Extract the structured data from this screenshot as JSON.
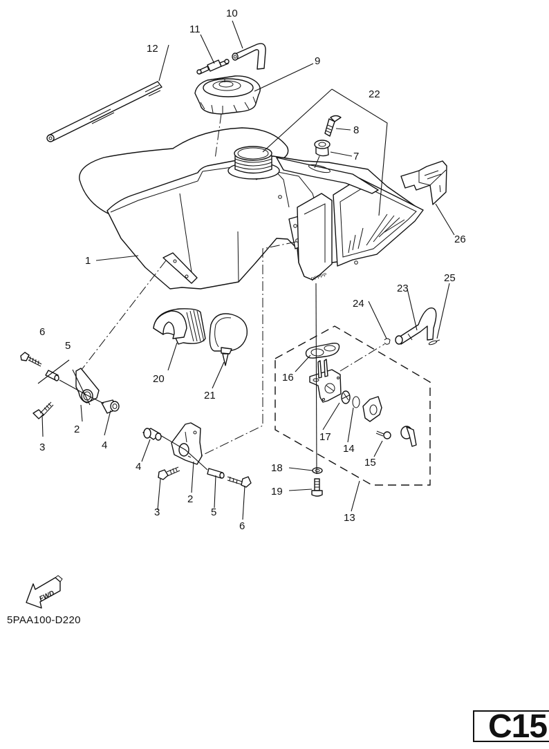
{
  "diagram": {
    "type": "exploded-parts-diagram",
    "subject": "fuel tank assembly",
    "callouts": [
      {
        "id": "1",
        "label": "1"
      },
      {
        "id": "2a",
        "label": "2"
      },
      {
        "id": "2b",
        "label": "2"
      },
      {
        "id": "3a",
        "label": "3"
      },
      {
        "id": "3b",
        "label": "3"
      },
      {
        "id": "4a",
        "label": "4"
      },
      {
        "id": "4b",
        "label": "4"
      },
      {
        "id": "5a",
        "label": "5"
      },
      {
        "id": "5b",
        "label": "5"
      },
      {
        "id": "6a",
        "label": "6"
      },
      {
        "id": "6b",
        "label": "6"
      },
      {
        "id": "7",
        "label": "7"
      },
      {
        "id": "8",
        "label": "8"
      },
      {
        "id": "9",
        "label": "9"
      },
      {
        "id": "10",
        "label": "10"
      },
      {
        "id": "11",
        "label": "11"
      },
      {
        "id": "12",
        "label": "12"
      },
      {
        "id": "13",
        "label": "13"
      },
      {
        "id": "14",
        "label": "14"
      },
      {
        "id": "15",
        "label": "15"
      },
      {
        "id": "16",
        "label": "16"
      },
      {
        "id": "17",
        "label": "17"
      },
      {
        "id": "18",
        "label": "18"
      },
      {
        "id": "19",
        "label": "19"
      },
      {
        "id": "20",
        "label": "20"
      },
      {
        "id": "21",
        "label": "21"
      },
      {
        "id": "22",
        "label": "22"
      },
      {
        "id": "23",
        "label": "23"
      },
      {
        "id": "24",
        "label": "24"
      },
      {
        "id": "25",
        "label": "25"
      },
      {
        "id": "26",
        "label": "26"
      }
    ],
    "fwd_arrow_text": "FWD",
    "drawing_code": "5PAA100-D220",
    "page_label": "C15"
  }
}
